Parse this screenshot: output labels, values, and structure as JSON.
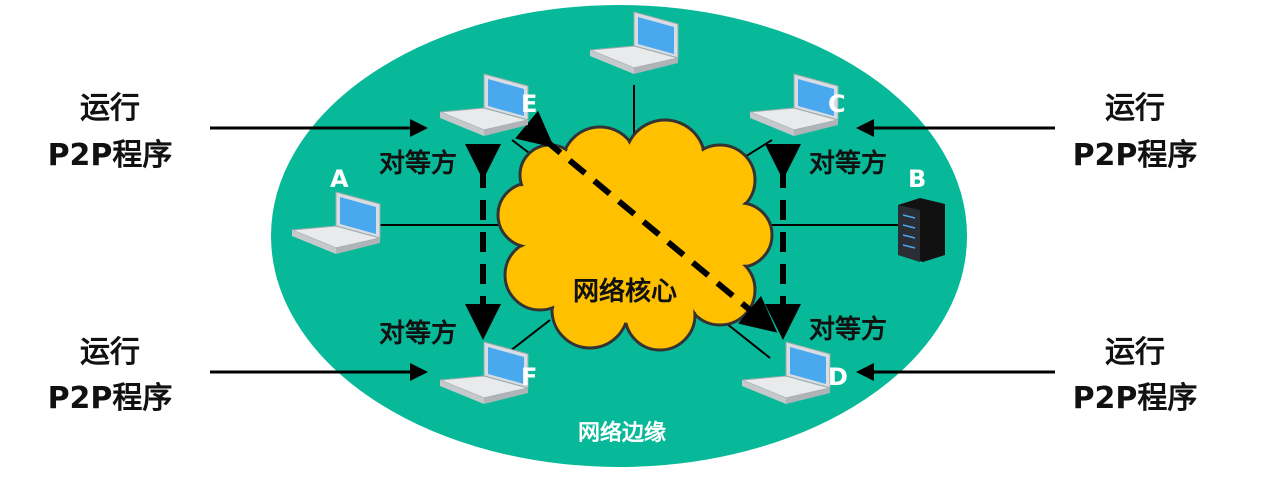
{
  "colors": {
    "edge": "#08b999",
    "core": "#ffc000"
  },
  "edge_label": "网络边缘",
  "core_label": "网络核心",
  "peer_label": "对等方",
  "run_label_line1": "运行",
  "run_label_line2": "P2P程序",
  "nodes": {
    "a": "A",
    "b": "B",
    "c": "C",
    "d": "D",
    "e": "E",
    "f": "F"
  }
}
